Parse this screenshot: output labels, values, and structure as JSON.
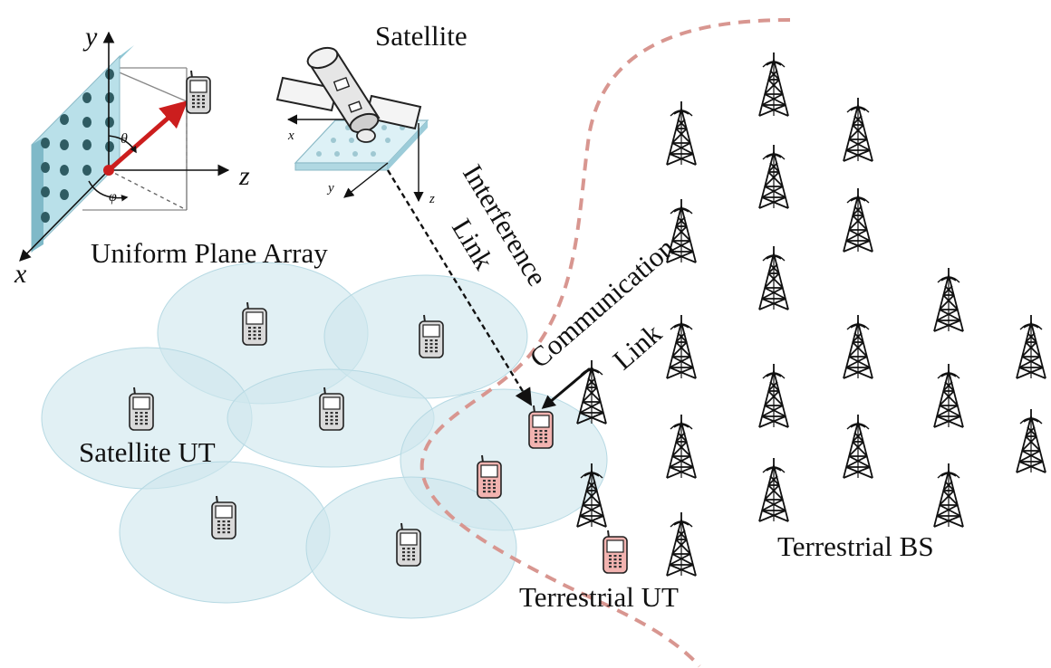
{
  "labels": {
    "satellite": "Satellite",
    "upa": "Uniform Plane Array",
    "interference_1": "Interference",
    "interference_2": "Link",
    "communication_1": "Communication",
    "communication_2": "Link",
    "satellite_ut": "Satellite UT",
    "terrestrial_ut": "Terrestrial UT",
    "terrestrial_bs": "Terrestrial BS"
  },
  "axes": {
    "upa_x": "x",
    "upa_y": "y",
    "upa_z": "z",
    "sat_x": "x",
    "sat_y": "y",
    "sat_z": "z",
    "theta": "θ",
    "phi": "φ"
  },
  "colors": {
    "beam_fill": "#cfe7ee",
    "boundary": "#d89690",
    "arrow_red": "#cc1e1e",
    "array_panel": "#9fd0dc",
    "element_dot": "#2f5c63",
    "phone_satellite": "#d9d9d9",
    "phone_terrestrial": "#f2b3b0",
    "tower": "#111111"
  },
  "icons": {
    "satellite": "satellite-icon",
    "phone": "mobile-phone-icon",
    "tower": "cell-tower-icon"
  }
}
